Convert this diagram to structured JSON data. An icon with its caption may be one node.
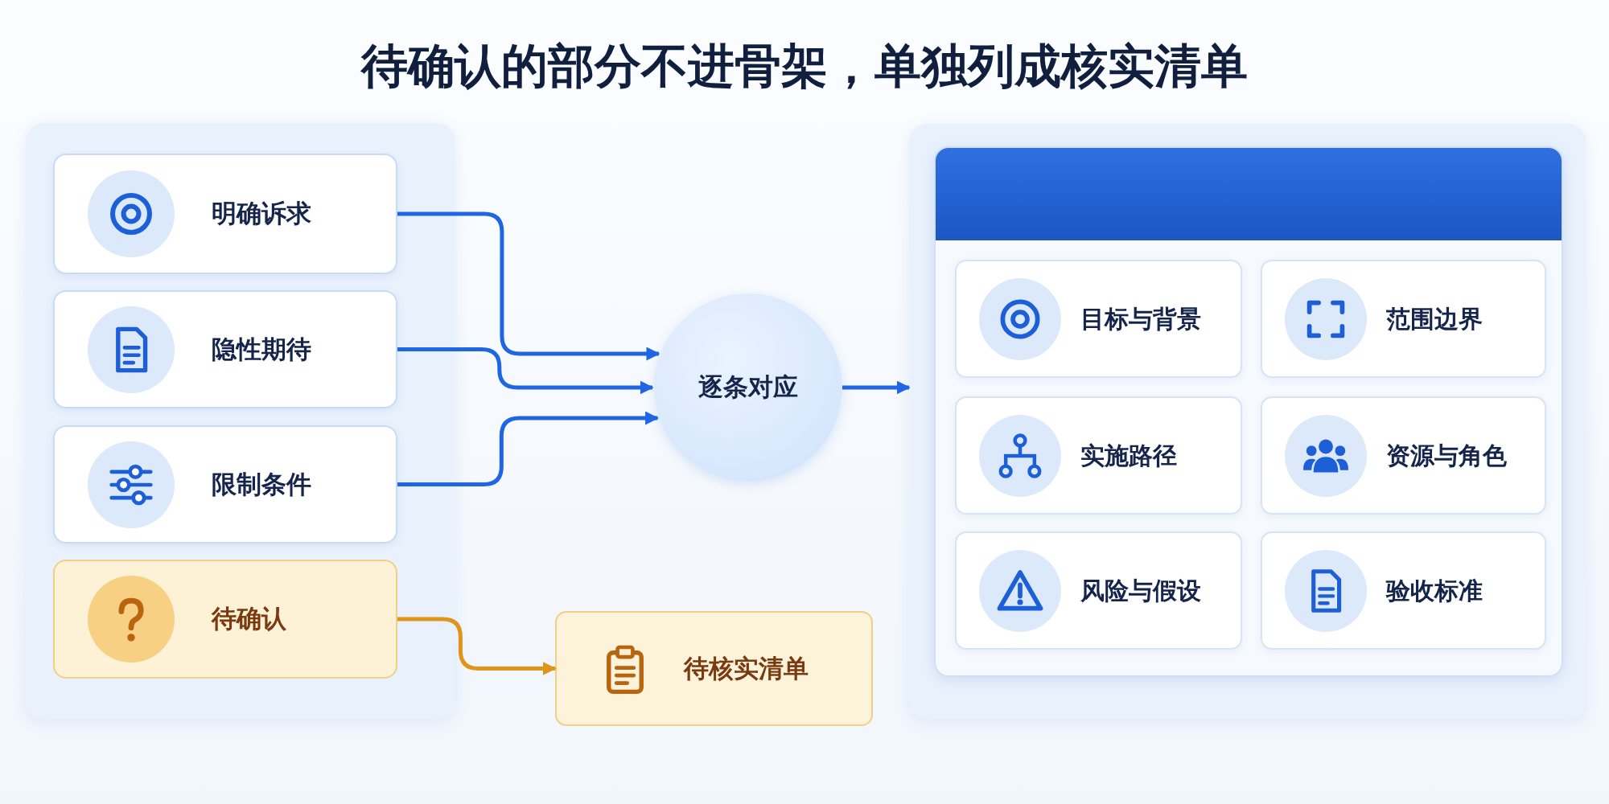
{
  "diagram": {
    "title": "待确认的部分不进骨架，单独列成核实清单",
    "nodes": [
      {
        "text": [],
        "shape": "box"
      },
      {
        "text": [
          "明确诉求"
        ],
        "in": 0
      },
      {
        "text": [
          "隐性期待"
        ],
        "in": 0
      },
      {
        "text": [
          "限制条件"
        ],
        "in": 0
      },
      {
        "text": [
          "待确认"
        ],
        "in": 0
      },
      {
        "text": [
          "逐条对应"
        ]
      },
      {
        "text": [
          "待核实清单"
        ]
      },
      {
        "text": [],
        "shape": "box"
      },
      {
        "text": [],
        "shape": "box",
        "in": 7
      },
      {
        "text": [
          "目标与背景"
        ],
        "in": 8
      },
      {
        "text": [
          "范围边界"
        ],
        "in": 8
      },
      {
        "text": [
          "实施路径"
        ],
        "in": 8
      },
      {
        "text": [
          "资源与角色"
        ],
        "in": 8
      },
      {
        "text": [
          "风险与假设"
        ],
        "in": 8
      },
      {
        "text": [
          "验收标准"
        ],
        "in": 8
      }
    ],
    "edges": [
      {
        "from": 1,
        "to": 5,
        "arrow": "to"
      },
      {
        "from": 2,
        "to": 5,
        "arrow": "to"
      },
      {
        "from": 3,
        "to": 5,
        "arrow": "to"
      },
      {
        "from": 5,
        "to": 7,
        "arrow": "to"
      },
      {
        "from": 4,
        "to": 6,
        "arrow": "to",
        "color": "#e0951a"
      }
    ]
  }
}
